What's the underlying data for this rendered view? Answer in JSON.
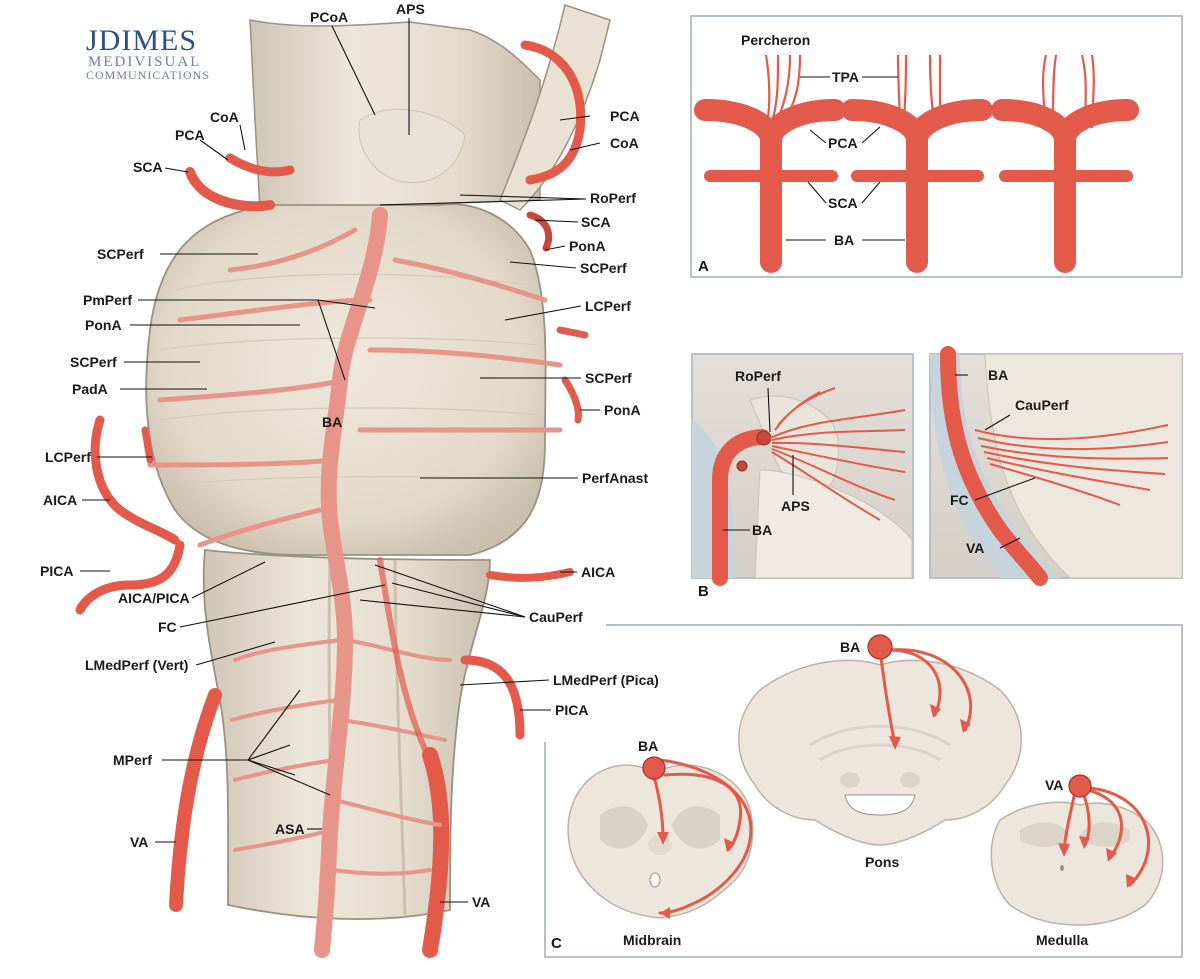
{
  "logo": {
    "line1": "JDIMES",
    "line2": "MEDIVISUAL",
    "line3": "COMMUNICATIONS"
  },
  "main_labels": {
    "pcoa": "PCoA",
    "aps": "APS",
    "coa_left": "CoA",
    "pca_left": "PCA",
    "sca_left": "SCA",
    "pca_right": "PCA",
    "coa_right": "CoA",
    "roperf": "RoPerf",
    "sca_right": "SCA",
    "pona_right_top": "PonA",
    "scperf_right_top": "SCPerf",
    "scperf_left_top": "SCPerf",
    "pmperf": "PmPerf",
    "pona_left": "PonA",
    "scperf_left_mid": "SCPerf",
    "pada": "PadA",
    "lcperf_right": "LCPerf",
    "scperf_right_mid": "SCPerf",
    "pona_right_mid": "PonA",
    "ba": "BA",
    "lcperf_left": "LCPerf",
    "aica_left": "AICA",
    "perfanast": "PerfAnast",
    "pica_left": "PICA",
    "aica_right": "AICA",
    "aica_pica": "AICA/PICA",
    "fc": "FC",
    "cauperf": "CauPerf",
    "lmedperf_vert": "LMedPerf (Vert)",
    "lmedperf_pica": "LMedPerf (Pica)",
    "pica_right": "PICA",
    "mperf": "MPerf",
    "asa": "ASA",
    "va_left": "VA",
    "va_right": "VA"
  },
  "panel_a": {
    "letter": "A",
    "percheron": "Percheron",
    "tpa": "TPA",
    "pca": "PCA",
    "sca": "SCA",
    "ba": "BA"
  },
  "panel_b": {
    "letter": "B",
    "roperf": "RoPerf",
    "aps": "APS",
    "ba": "BA",
    "ba2": "BA",
    "cauperf": "CauPerf",
    "fc": "FC",
    "va": "VA"
  },
  "panel_c": {
    "letter": "C",
    "midbrain_ba": "BA",
    "pons_ba": "BA",
    "medulla_va": "VA",
    "midbrain": "Midbrain",
    "pons": "Pons",
    "medulla": "Medulla"
  },
  "colors": {
    "artery": "#e35a4b",
    "artery_dark": "#c9463a",
    "tissue": "#ede6da",
    "panel_border": "#b9c1c8"
  }
}
